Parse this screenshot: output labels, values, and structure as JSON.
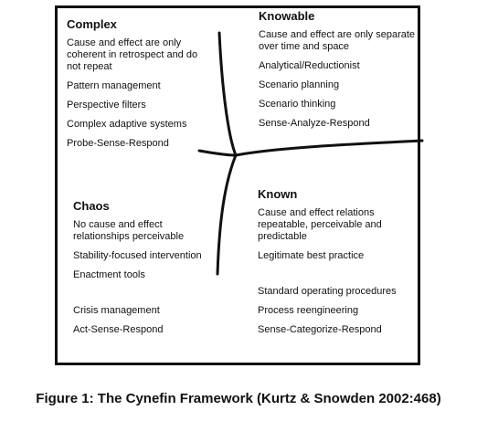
{
  "diagram": {
    "domains": [
      {
        "id": "complex",
        "title": "Complex",
        "items": [
          "Cause and effect are only coherent in retrospect and do not repeat",
          "Pattern management",
          "Perspective filters",
          "Complex adaptive systems",
          "Probe-Sense-Respond"
        ]
      },
      {
        "id": "knowable",
        "title": "Knowable",
        "items": [
          "Cause and effect are only separate over time and space",
          "Analytical/Reductionist",
          "Scenario planning",
          "Scenario thinking",
          "Sense-Analyze-Respond"
        ]
      },
      {
        "id": "chaos",
        "title": "Chaos",
        "items": [
          "No cause and effect relationships perceivable",
          "Stability-focused intervention",
          "Enactment tools",
          "Crisis management",
          "Act-Sense-Respond"
        ]
      },
      {
        "id": "known",
        "title": "Known",
        "items": [
          "Cause and effect relations repeatable, perceivable and predictable",
          "Legitimate best practice",
          "Standard operating procedures",
          "Process reengineering",
          "Sense-Categorize-Respond"
        ]
      }
    ]
  },
  "caption": "Figure 1:  The Cynefin Framework (Kurtz & Snowden 2002:468)"
}
